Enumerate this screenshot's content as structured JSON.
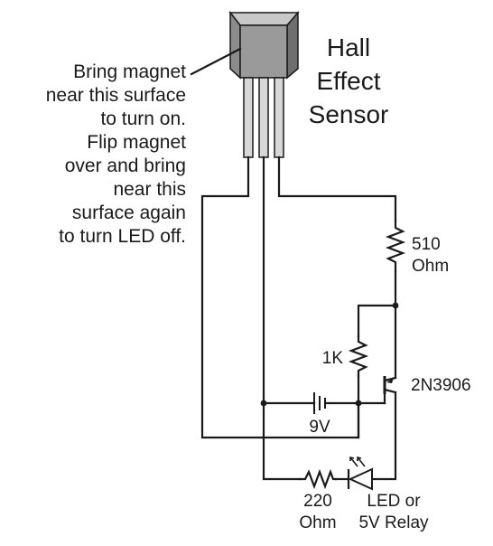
{
  "title": {
    "lines": [
      "Hall",
      "Effect",
      "Sensor"
    ]
  },
  "instruction": {
    "lines": [
      "Bring magnet",
      "near this surface",
      "to turn on.",
      "Flip magnet",
      "over and bring",
      "near this",
      "surface again",
      "to turn LED off."
    ]
  },
  "components": {
    "resistor_510": {
      "value": "510",
      "unit": "Ohm"
    },
    "resistor_1k": {
      "value": "1K"
    },
    "transistor": {
      "label": "2N3906"
    },
    "battery": {
      "label": "9V"
    },
    "resistor_220": {
      "value": "220",
      "unit": "Ohm"
    },
    "led": {
      "line1": "LED or",
      "line2": "5V Relay"
    }
  },
  "colors": {
    "ink": "#1a1a1a",
    "sensor_face": "#9a9a9a",
    "sensor_top": "#c8c8c8",
    "sensor_side": "#6e6e6e"
  }
}
